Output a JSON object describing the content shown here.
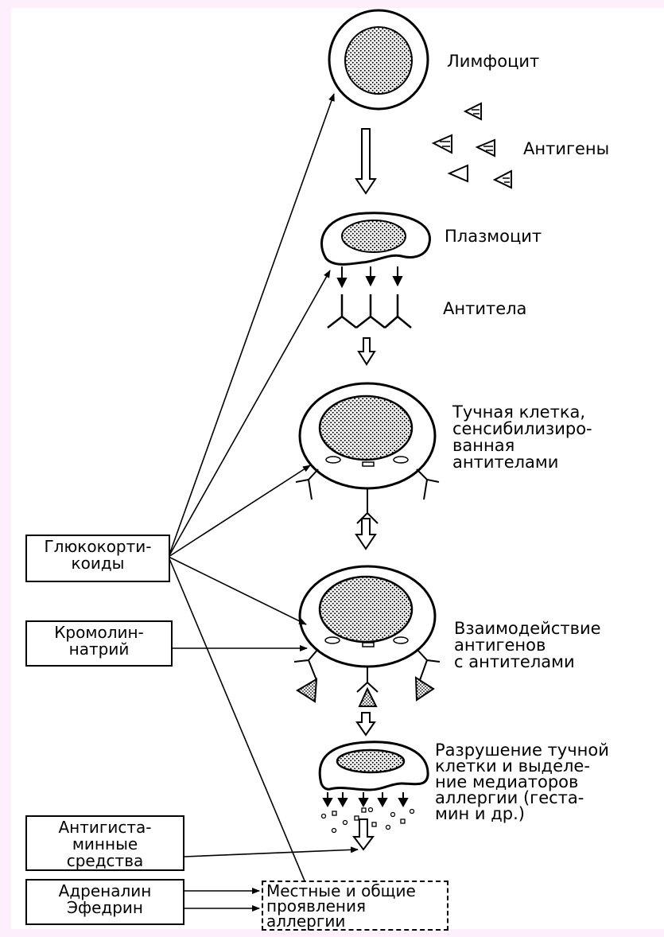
{
  "labels": {
    "lymphocyte": "Лимфоцит",
    "antigens": "Антигены",
    "plasmocyte": "Плазмоцит",
    "antibodies": "Антитела",
    "mast_cell": "Тучная клетка,\nсенсибилизиро-\nванная\nантителами",
    "interaction": "Взаимодействие\nантигенов\nс антителами",
    "destruction": "Разрушение тучной\nклетки и выделе-\nние медиаторов\nаллергии (геста-\nмин и др.)"
  },
  "boxes": {
    "glucocorticoids": "Глюкокорти-\nкоиды",
    "cromolyn": "Кромолин-\nнатрий",
    "antihistamines": "Антигиста-\nминные\nсредства",
    "adrenaline": "Адреналин\nЭфедрин",
    "manifestations": "Местные и общие\nпроявления\nаллергии"
  }
}
